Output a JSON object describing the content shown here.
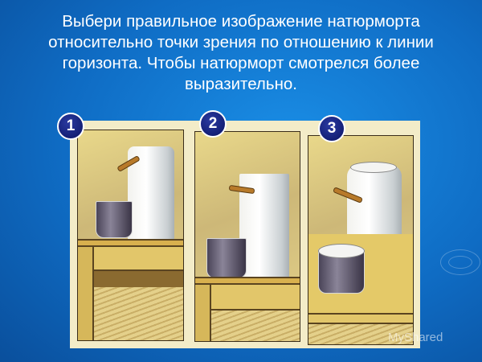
{
  "slide": {
    "title": "Выбери правильное изображение натюрморта относительно точки зрения по отношению к линии горизонта. Чтобы натюрморт смотрелся более выразительно."
  },
  "options": [
    {
      "number": "1"
    },
    {
      "number": "2"
    },
    {
      "number": "3"
    }
  ],
  "watermark": "MyShared",
  "colors": {
    "background": "#0f6cc4",
    "badge": "#0a1464",
    "paper": "#f3ecc8"
  }
}
